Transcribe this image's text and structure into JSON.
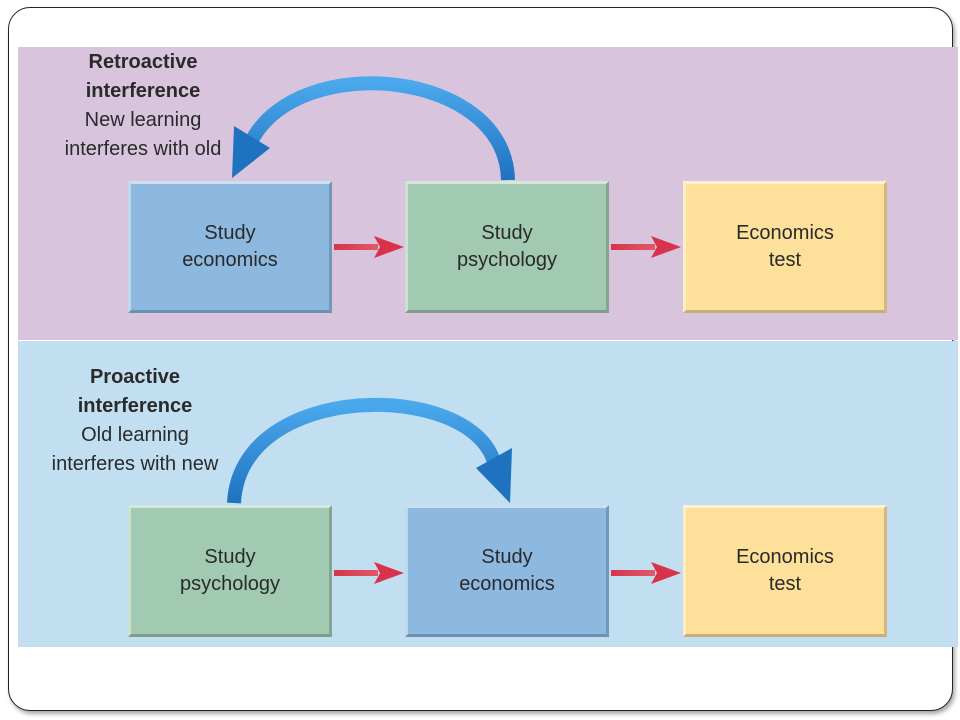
{
  "retroactive": {
    "title_line1": "Retroactive",
    "title_line2": "interference",
    "desc_line1": "New learning",
    "desc_line2": "interferes with old",
    "boxes": [
      {
        "line1": "Study",
        "line2": "economics"
      },
      {
        "line1": "Study",
        "line2": "psychology"
      },
      {
        "line1": "Economics",
        "line2": "test"
      }
    ]
  },
  "proactive": {
    "title_line1": "Proactive",
    "title_line2": "interference",
    "desc_line1": "Old learning",
    "desc_line2": "interferes with new",
    "boxes": [
      {
        "line1": "Study",
        "line2": "psychology"
      },
      {
        "line1": "Study",
        "line2": "economics"
      },
      {
        "line1": "Economics",
        "line2": "test"
      }
    ]
  },
  "colors": {
    "retro_background": "#d8c4dc",
    "pro_background": "#c1dff0",
    "economics_box": "#8db8df",
    "psychology_box": "#a2c9b1",
    "test_box": "#fde09a",
    "curved_arrow": "#2f8fd6",
    "flow_arrow": "#d8334a"
  }
}
